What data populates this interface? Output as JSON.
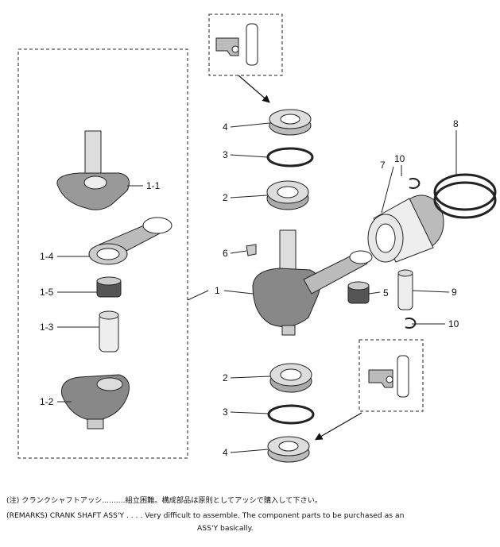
{
  "labels": {
    "l1_1": "1-1",
    "l1_4": "1-4",
    "l1_5": "1-5",
    "l1_3": "1-3",
    "l1_2": "1-2",
    "l1": "1",
    "l2a": "2",
    "l2b": "2",
    "l3a": "3",
    "l3b": "3",
    "l4a": "4",
    "l4b": "4",
    "l5": "5",
    "l6": "6",
    "l7": "7",
    "l8": "8",
    "l9": "9",
    "l10a": "10",
    "l10b": "10"
  },
  "notes": {
    "jp": "(注) クランクシャフトアッシ..........組立困難。構成部品は原則としてアッシで購入して下さい。",
    "en_line1": "(REMARKS) CRANK SHAFT ASS'Y . . . . Very difficult to assemble. The component parts to be purchased as an",
    "en_line2": "ASS'Y basically."
  }
}
